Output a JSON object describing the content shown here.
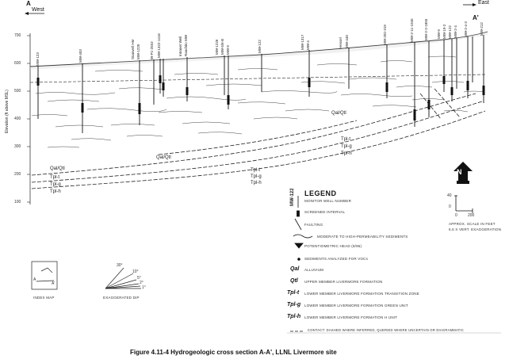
{
  "section": {
    "a_label": "A",
    "west_label": "West",
    "east_label": "East",
    "a_prime_label": "A'"
  },
  "y_axis": {
    "title": "Elevation (ft above MSL)",
    "ticks": [
      "700",
      "600",
      "500",
      "400",
      "300",
      "200",
      "100"
    ]
  },
  "wells": [
    "MW-123",
    "MW-403",
    "Stanwell HM",
    "MW-1220",
    "W-P1-2553",
    "MW-1322-1416",
    "Intranet Well",
    "Ranchito MW",
    "MW-1226",
    "MW-5/6-B",
    "MW-9",
    "MW-122",
    "MW-1317",
    "MW-4",
    "Hessel",
    "MW-440",
    "MW-202-319",
    "MW-2-11-1945",
    "MW-2-2-1855",
    "MW-9",
    "MW-19-2",
    "MW-122",
    "MW-2-4",
    "MW-2-4-3",
    "MW-212"
  ],
  "units": {
    "qal_right": "Qal/Qtl",
    "qal_left": "Qal/Qtl",
    "qal_lower": "Qal/Qtl",
    "tpl_t": "Tpl-t",
    "tpl_g": "Tpl-g",
    "tpl_h": "Tpl-h"
  },
  "legend": {
    "title": "LEGEND",
    "well_example": "MW-122",
    "items": [
      {
        "symbol": "",
        "text": "MONITOR WELL NUMBER"
      },
      {
        "symbol": "",
        "text": "SCREENED INTERVAL"
      },
      {
        "symbol": "",
        "text": "FAULTING"
      },
      {
        "symbol": "",
        "text": "MODERATE TO HIGH-PERMEABILITY SEDIMENTS"
      },
      {
        "symbol": "",
        "text": "POTENTIOMETRIC HEAD (8/96)"
      },
      {
        "symbol": "",
        "text": "SEDIMENTS ANALYZED FOR VOCs"
      },
      {
        "symbol": "Qal",
        "text": "ALLUVIUM"
      },
      {
        "symbol": "Qtl",
        "text": "UPPER MEMBER LIVERMORE FORMATION"
      },
      {
        "symbol": "Tpl-t",
        "text": "LOWER MEMBER LIVERMORE FORMATION TRANSITION ZONE"
      },
      {
        "symbol": "Tpl-g",
        "text": "LOWER MEMBER LIVERMORE FORMATION GREEN UNIT"
      },
      {
        "symbol": "Tpl-h",
        "text": "LOWER MEMBER LIVERMORE FORMATION H UNIT"
      },
      {
        "symbol": "",
        "text": "CONTACT: DASHED WHERE INFERRED, QUERIED WHERE UNCERTAIN OR DIAGRAMMATIC"
      }
    ]
  },
  "north": "N",
  "scale": {
    "vert_ticks": [
      "40",
      "0"
    ],
    "horiz": [
      "0",
      "200"
    ],
    "note_line1": "APPROX. SCALE IN FEET",
    "note_line2": "6.5 X VERT. EXAGGERATION"
  },
  "index_map": {
    "label": "INDEX MAP",
    "a": "A",
    "a_prime": "A'"
  },
  "exag_dip": {
    "label": "EXAGGERATED DIP",
    "angles": [
      "30°",
      "10°",
      "5°",
      "2°",
      "1°"
    ]
  },
  "caption": "Figure 4.11-4  Hydrogeologic cross section A-A', LLNL Livermore site"
}
